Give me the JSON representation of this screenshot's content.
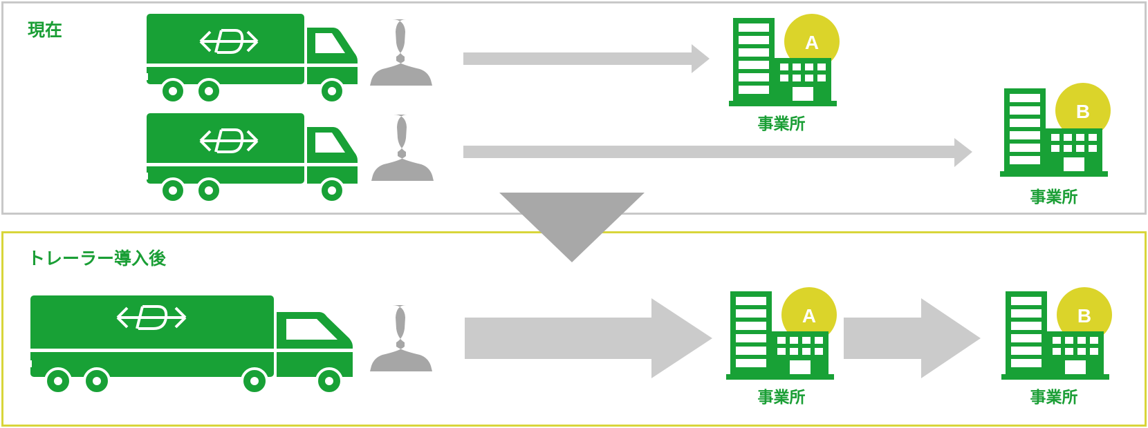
{
  "sections": {
    "current": {
      "label": "現在"
    },
    "after": {
      "label": "トレーラー導入後"
    }
  },
  "office_label": "事業所",
  "offices": {
    "a": "A",
    "b": "B"
  },
  "colors": {
    "green": "#18a136",
    "label_green": "#1a9e35",
    "yellow": "#dbd42a",
    "gray_person": "#a6a6a6",
    "gray_arrow": "#cbcbcb",
    "panel_border_current": "#c8c8c8",
    "panel_border_after": "#d8d53a"
  }
}
